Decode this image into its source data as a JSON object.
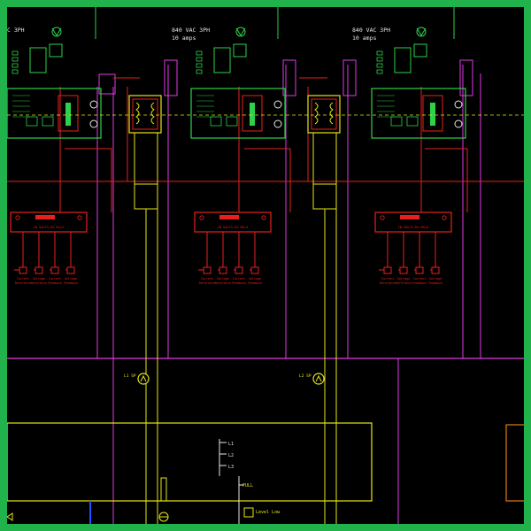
{
  "colors": {
    "frame": "#22b24c",
    "background": "#000000",
    "green": "#2dd24a",
    "red": "#e8201c",
    "magenta": "#e23ae6",
    "yellow": "#e6e618",
    "white": "#e8e8e8",
    "blue": "#2050ff",
    "orange": "#e07a10"
  },
  "units": [
    {
      "rating": "C 3PH",
      "current": ""
    },
    {
      "rating": "840 VAC 3PH",
      "current": "10 amps"
    },
    {
      "rating": "840 VAC 3PH",
      "current": "10 amps"
    }
  ],
  "groups": [
    {
      "module": "IN VOLTS-HS M1/2",
      "sensors": [
        "Current Reference",
        "Voltage Reference",
        "Current Feedback",
        "Voltage Feedback"
      ]
    },
    {
      "module": "IN VOLTS-HS M3/4",
      "sensors": [
        "Current Reference",
        "Voltage Reference",
        "Current Feedback",
        "Voltage Feedback"
      ]
    },
    {
      "module": "IN VOLTS-HS M5/6",
      "sensors": [
        "Current Reference",
        "Voltage Reference",
        "Current Feedback",
        "Voltage Feedback"
      ]
    }
  ],
  "pumps": [
    {
      "tag": "L1 SP"
    },
    {
      "tag": "L2 SP"
    }
  ],
  "bottom_panel": {
    "labels": [
      "L1",
      "L2",
      "L3"
    ],
    "aux": "FULL",
    "level": "Level Low"
  }
}
